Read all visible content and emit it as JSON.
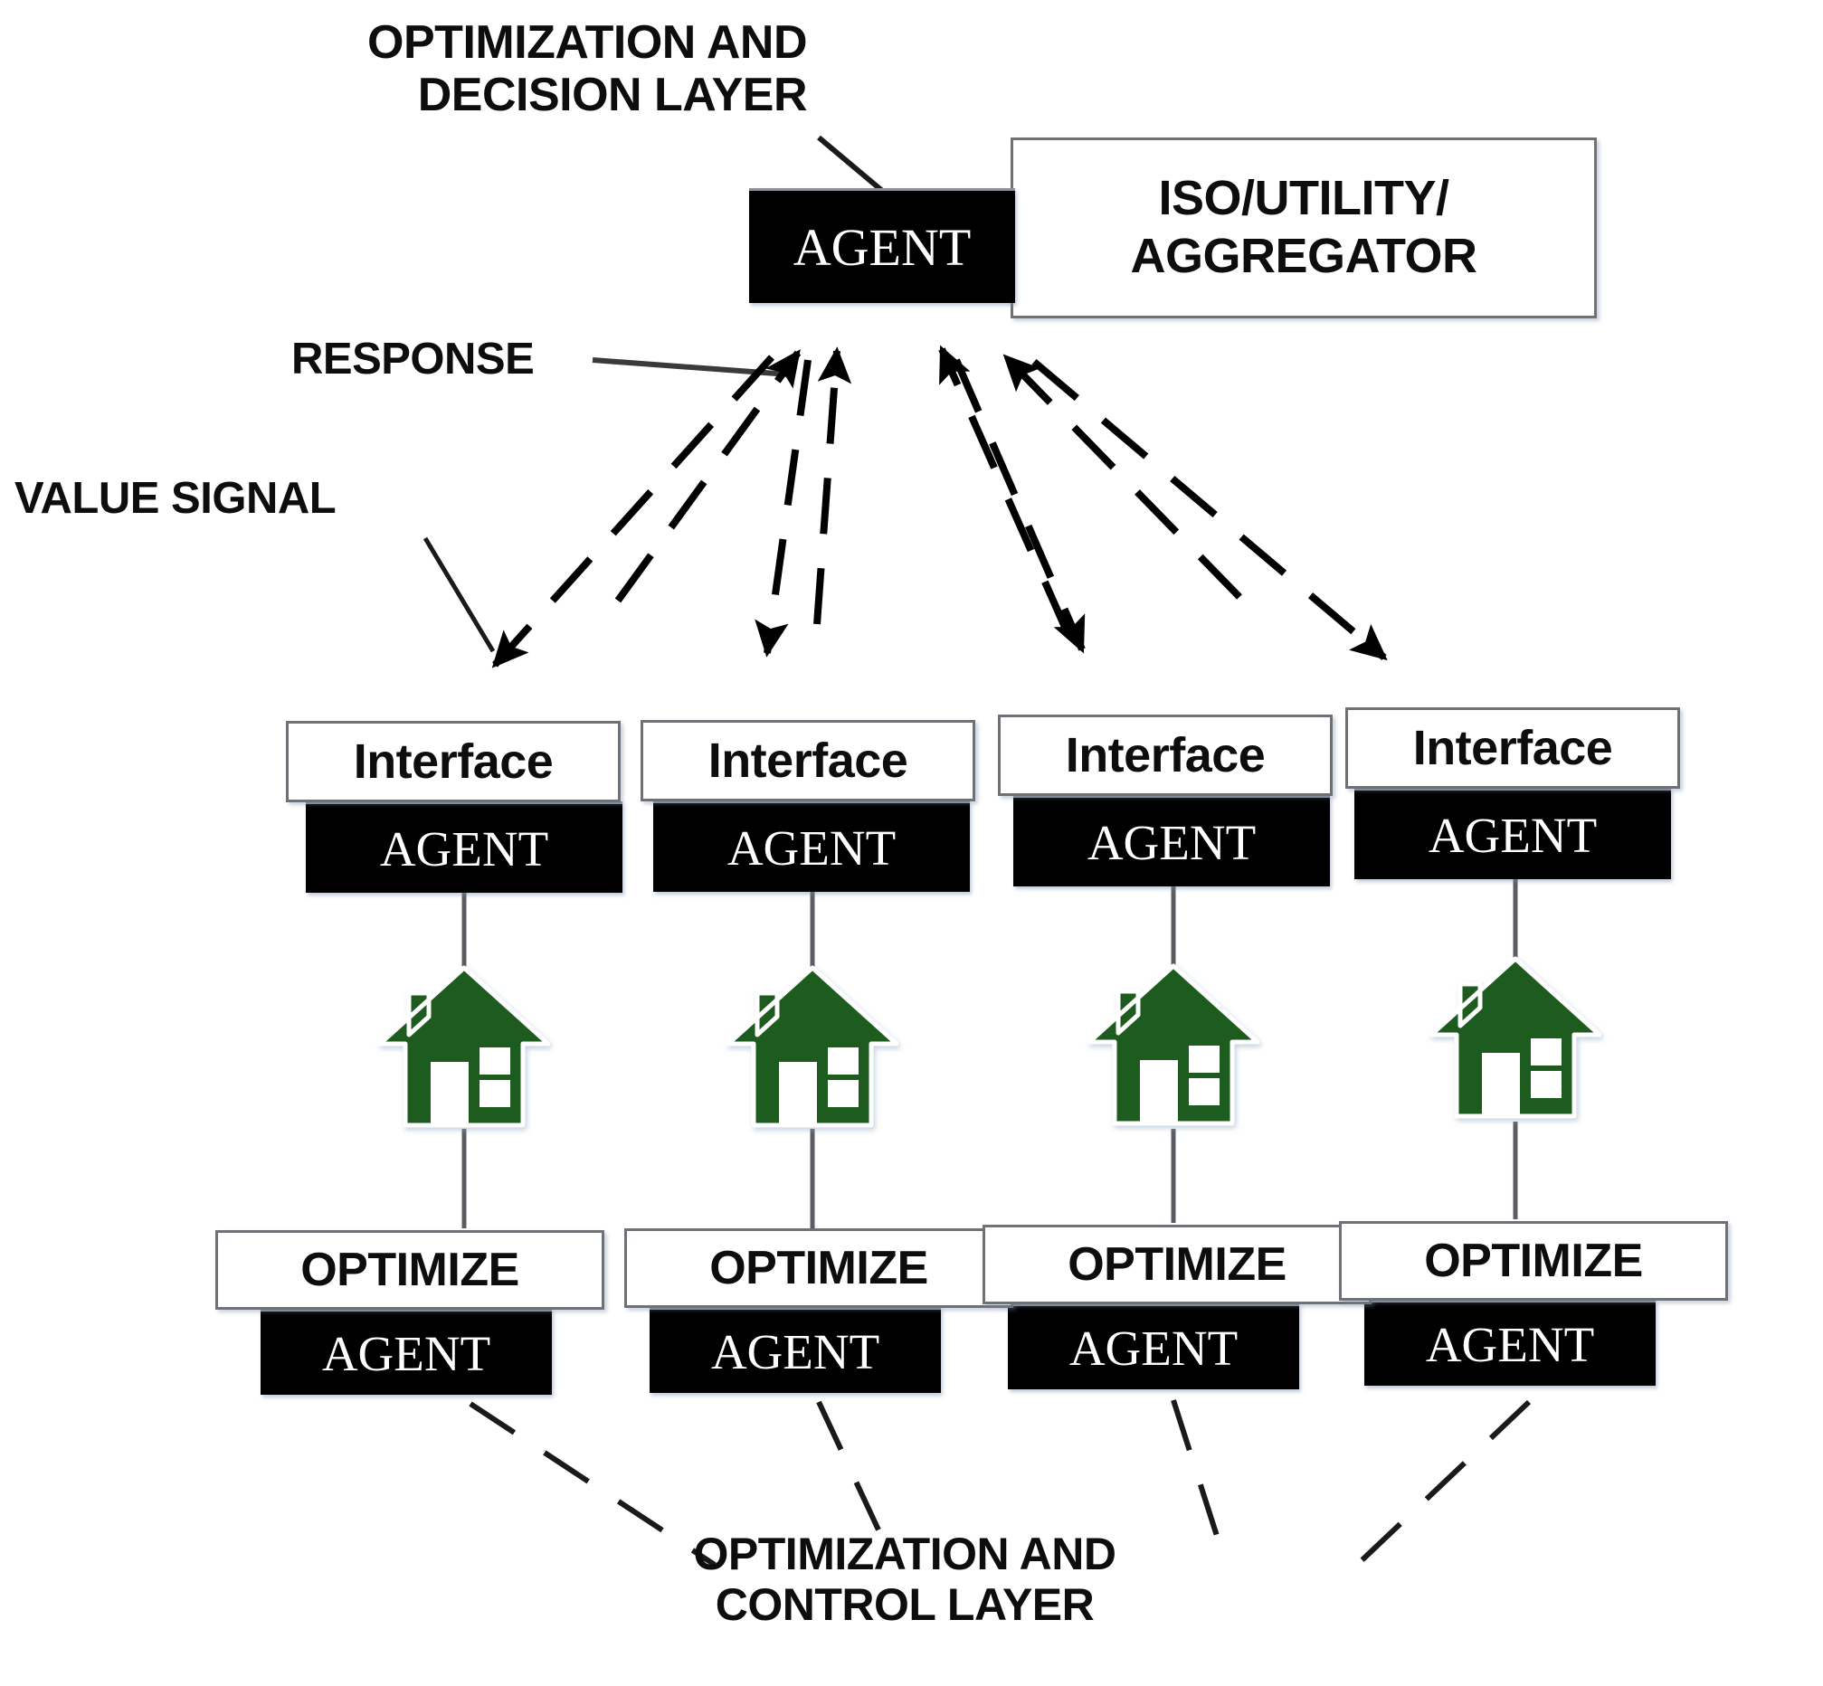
{
  "diagram": {
    "title_top": "OPTIMIZATION AND\nDECISION LAYER",
    "title_bottom": "OPTIMIZATION AND\nCONTROL LAYER",
    "flow_labels": {
      "response": "RESPONSE",
      "value_signal": "VALUE SIGNAL"
    },
    "top_node": {
      "agent_label": "AGENT",
      "entity_label": "ISO/UTILITY/\nAGGREGATOR"
    },
    "columns": [
      {
        "interface_label": "Interface",
        "interface_agent_label": "AGENT",
        "building_icon": "house-icon",
        "optimize_label": "OPTIMIZE",
        "optimize_agent_label": "AGENT"
      },
      {
        "interface_label": "Interface",
        "interface_agent_label": "AGENT",
        "building_icon": "house-icon",
        "optimize_label": "OPTIMIZE",
        "optimize_agent_label": "AGENT"
      },
      {
        "interface_label": "Interface",
        "interface_agent_label": "AGENT",
        "building_icon": "house-icon",
        "optimize_label": "OPTIMIZE",
        "optimize_agent_label": "AGENT"
      },
      {
        "interface_label": "Interface",
        "interface_agent_label": "AGENT",
        "building_icon": "house-icon",
        "optimize_label": "OPTIMIZE",
        "optimize_agent_label": "AGENT"
      }
    ],
    "colors": {
      "house_green": "#1E5B1E",
      "box_black": "#000000",
      "box_border_gray": "#6E7277",
      "text_black": "#0D0D0D",
      "connector_gray": "#5A5E63",
      "background": "#FFFFFF"
    }
  }
}
